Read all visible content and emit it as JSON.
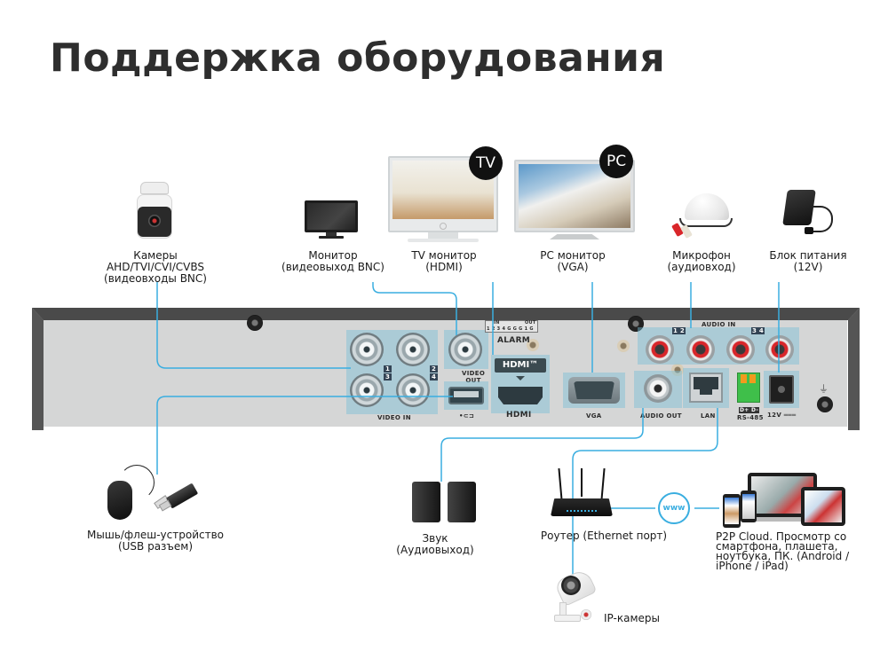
{
  "title": "Поддержка оборудования",
  "colors": {
    "connector_line": "#3aaee0",
    "port_highlight": "#78bed7",
    "dvr_face": "#d5d6d6",
    "dvr_frame": "#4a4a4a",
    "title_text": "#2e2e2e",
    "badge_bg": "#111111"
  },
  "devices": {
    "camera": {
      "icon": "bullet-camera-icon",
      "label": "Камеры\nAHD/TVI/CVI/CVBS\n(видеовходы BNC)"
    },
    "monitor": {
      "icon": "monitor-icon",
      "label": "Монитор\n(видеовыход BNC)"
    },
    "tv": {
      "icon": "tv-monitor-icon",
      "badge": "TV",
      "label": "TV монитор\n(HDMI)"
    },
    "pc": {
      "icon": "pc-monitor-icon",
      "badge": "PC",
      "label": "PC монитор\n(VGA)"
    },
    "microphone": {
      "icon": "microphone-icon",
      "label": "Микрофон\n(аудиовход)"
    },
    "power": {
      "icon": "power-adapter-icon",
      "label": "Блок питания\n(12V)"
    },
    "mouse": {
      "icon": "mouse-flash-icon",
      "label": "Мышь/флеш-устройство\n(USB разъем)"
    },
    "speakers": {
      "icon": "speakers-icon",
      "label": "Звук\n(Аудиовыход)"
    },
    "router": {
      "icon": "router-icon",
      "label": "Роутер (Ethernet порт)"
    },
    "www": {
      "icon": "globe-www-icon",
      "text": "www"
    },
    "cloud": {
      "icon": "multi-device-icon",
      "label": "P2P Cloud. Просмотр со\nсмартфона, плашета,\nноутбука, ПК. (Android /\niPhone / iPad)"
    },
    "ipcam": {
      "icon": "ip-camera-icon",
      "label": "IP-камеры"
    }
  },
  "dvr_ports": {
    "video_in": "VIDEO IN",
    "video_in_numbers": [
      "1",
      "2",
      "3",
      "4"
    ],
    "video_out": "VIDEO\nOUT",
    "usb_symbol": "•⊂⊐",
    "alarm": "ALARM",
    "alarm_in": "IN",
    "alarm_out": "OUT",
    "alarm_pins": "1 2 3 4 G G G 1 G",
    "hdmi_logo": "HDMI™",
    "hdmi": "HDMI",
    "vga": "VGA",
    "audio_in": "AUDIO IN",
    "audio_in_group1": "1 2",
    "audio_in_group2": "3 4",
    "audio_out": "AUDIO OUT",
    "lan": "LAN",
    "rs485_pins": "D+ D-",
    "rs485": "RS-485",
    "power": "12V ═══"
  }
}
